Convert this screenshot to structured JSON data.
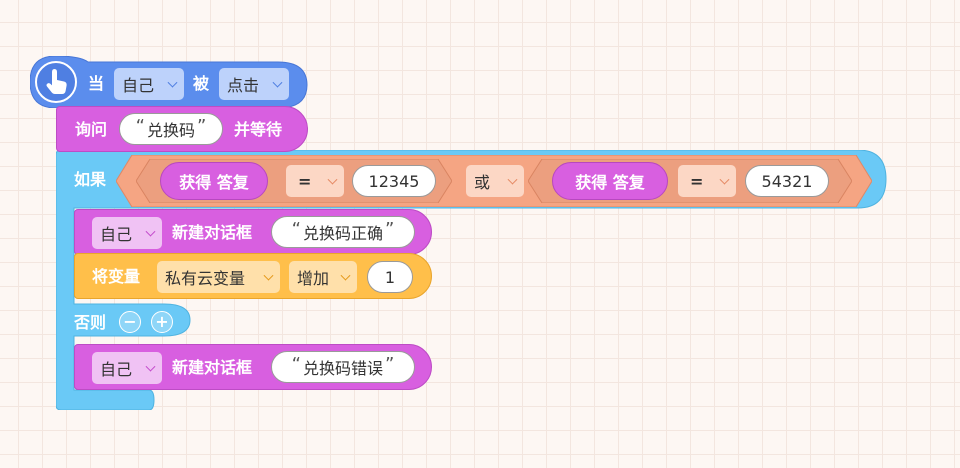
{
  "event": {
    "when_label": "当",
    "target_value": "自己",
    "by_label": "被",
    "action_value": "点击"
  },
  "ask": {
    "label": "询问",
    "text_value": "兑换码",
    "suffix_label": "并等待"
  },
  "ifelse": {
    "if_label": "如果",
    "else_label": "否则",
    "minus_symbol": "−",
    "plus_symbol": "+"
  },
  "condition": {
    "or_value": "或",
    "left": {
      "reporter_label": "获得 答复",
      "operator_value": "=",
      "compare_value": "12345"
    },
    "right": {
      "reporter_label": "获得 答复",
      "operator_value": "=",
      "compare_value": "54321"
    }
  },
  "then_dialog": {
    "target_value": "自己",
    "action_label": "新建对话框",
    "text_value": "兑换码正确"
  },
  "change_var": {
    "label": "将变量",
    "variable_value": "私有云变量",
    "mode_value": "增加",
    "amount_value": "1"
  },
  "else_dialog": {
    "target_value": "自己",
    "action_label": "新建对话框",
    "text_value": "兑换码错误"
  },
  "colors": {
    "event_blue": "#5b8ded",
    "looks_purple": "#d85fe0",
    "control_blue": "#6ac9f6",
    "operator_salmon": "#f5a583",
    "variable_orange": "#ffbf4a"
  }
}
